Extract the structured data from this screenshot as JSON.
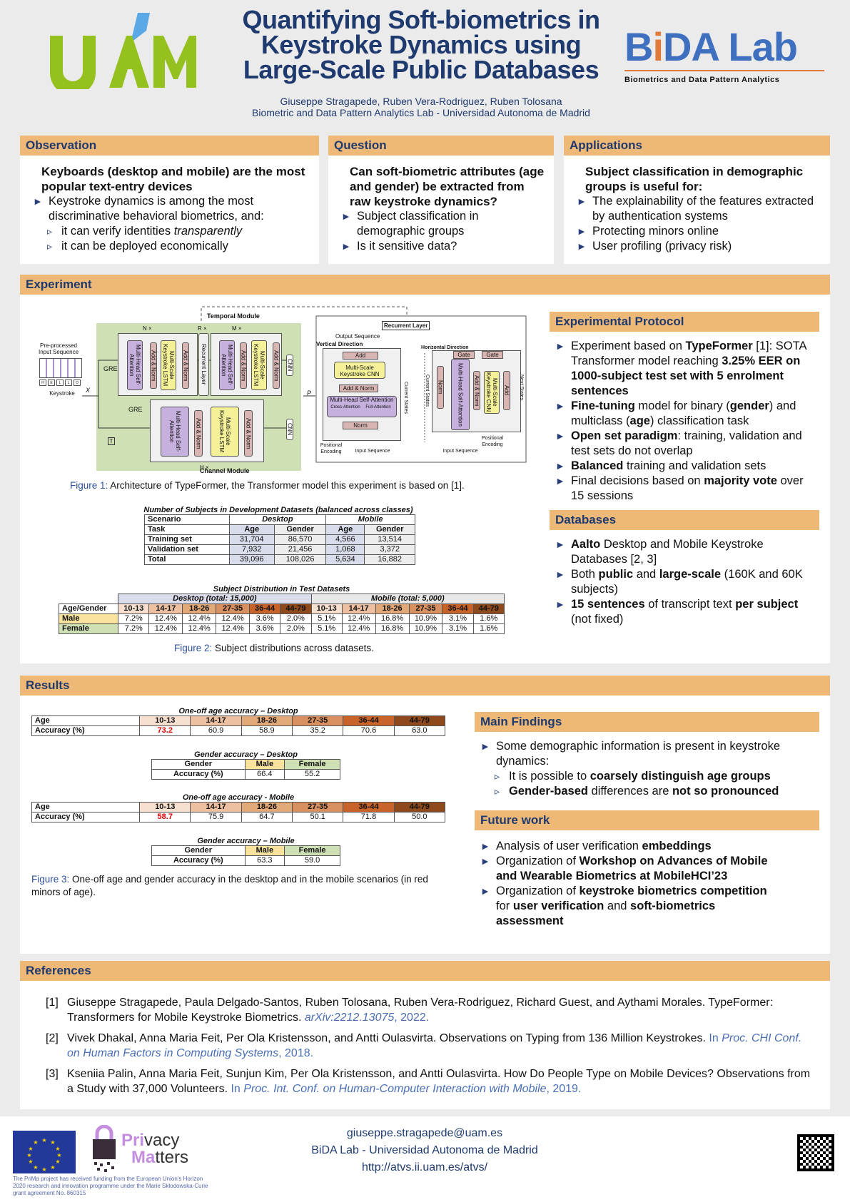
{
  "header": {
    "title": "Quantifying Soft-biometrics in Keystroke Dynamics using Large-Scale Public Databases",
    "authors": "Giuseppe Stragapede, Ruben Vera-Rodriguez, Ruben Tolosana",
    "affiliation": "Biometric and Data Pattern Analytics Lab - Universidad Autonoma de Madrid",
    "left_logo": "UAM",
    "right_logo": {
      "b": "B",
      "i": "i",
      "da": "DA",
      "lab": " Lab",
      "subtitle": "Biometrics and Data Pattern Analytics"
    }
  },
  "colors": {
    "section_header": "#eeb877",
    "title": "#1f3a6e",
    "accent_orange": "#e07b39"
  },
  "observation": {
    "title": "Observation",
    "lead": "Keyboards (desktop and mobile) are the most popular text-entry devices",
    "items": [
      {
        "level": 1,
        "parts": [
          [
            "Keystroke dynamics is among the most discriminative behavioral biometrics, and:",
            ""
          ]
        ]
      },
      {
        "level": 2,
        "parts": [
          [
            "it can verify identities ",
            ""
          ],
          [
            "transparently",
            "i"
          ]
        ]
      },
      {
        "level": 2,
        "parts": [
          [
            "it can be deployed economically",
            ""
          ]
        ]
      }
    ]
  },
  "question": {
    "title": "Question",
    "lead": "Can soft-biometric attributes (age and gender) be extracted from raw keystroke dynamics?",
    "items": [
      {
        "level": 1,
        "parts": [
          [
            "Subject classification in demographic groups",
            ""
          ]
        ]
      },
      {
        "level": 1,
        "parts": [
          [
            "Is it sensitive data?",
            ""
          ]
        ]
      }
    ]
  },
  "applications": {
    "title": "Applications",
    "lead": "Subject classification in demographic groups is useful for:",
    "items": [
      {
        "level": 1,
        "parts": [
          [
            "The explainability of the features extracted by authentication systems",
            ""
          ]
        ]
      },
      {
        "level": 1,
        "parts": [
          [
            "Protecting minors online",
            ""
          ]
        ]
      },
      {
        "level": 1,
        "parts": [
          [
            "User profiling (privacy risk)",
            ""
          ]
        ]
      }
    ]
  },
  "experiment": {
    "title": "Experiment",
    "diagram": {
      "temporal_module": "Temporal Module",
      "channel_module": "Channel Module",
      "n": "N ×",
      "r": "R ×",
      "m": "M ×",
      "h": "H ×",
      "mhsa": "Multi-Head Self-Attention",
      "add_norm": "Add & Norm",
      "mslstm": "Multi-Scale Keystroke LSTM",
      "recurrent": "Recurrent Layer",
      "cnn": "CNN",
      "gre": "GRE",
      "t": "T",
      "x": "X",
      "p": "P",
      "input_seq": "Pre-processed Input Sequence",
      "keystroke": "Keystroke",
      "keys": [
        "H",
        "E",
        "L",
        "L",
        "O"
      ],
      "rl_title": "Recurrent Layer",
      "output_seq": "Output Sequence",
      "vertical": "Vertical Direction",
      "horizontal": "Horizontal Direction",
      "add": "Add",
      "mscnn": "Multi-Scale Keystroke CNN",
      "norm": "Norm",
      "cross": "Cross-Attention",
      "full": "Full-Attention",
      "current_states": "Current States",
      "next_states": "Next States",
      "gate": "Gate",
      "pos_enc": "Positional Encoding",
      "input_sequence": "Input Sequence"
    },
    "fig1": {
      "label": "Figure 1:",
      "text": " Architecture of TypeFormer, the Transformer model this experiment is based on [1]."
    },
    "dev_table": {
      "title": "Number of Subjects in Development Datasets (balanced across classes)",
      "scenario": "Scenario",
      "desktop": "Desktop",
      "mobile": "Mobile",
      "task": "Task",
      "cols": [
        "Age",
        "Gender",
        "Age",
        "Gender"
      ],
      "rows": [
        [
          "Training set",
          "31,704",
          "86,570",
          "4,566",
          "13,514"
        ],
        [
          "Validation set",
          "7,932",
          "21,456",
          "1,068",
          "3,372"
        ],
        [
          "Total",
          "39,096",
          "108,026",
          "5,634",
          "16,882"
        ]
      ]
    },
    "test_table": {
      "title": "Subject Distribution in Test Datasets",
      "desktop": "Desktop (total: 15,000)",
      "mobile": "Mobile (total: 5,000)",
      "corner": "Age/Gender",
      "ages": [
        "10-13",
        "14-17",
        "18-26",
        "27-35",
        "36-44",
        "44-79"
      ],
      "rows": [
        [
          "Male",
          "7.2%",
          "12.4%",
          "12.4%",
          "12.4%",
          "3.6%",
          "2.0%",
          "5.1%",
          "12.4%",
          "16.8%",
          "10.9%",
          "3.1%",
          "1.6%"
        ],
        [
          "Female",
          "7.2%",
          "12.4%",
          "12.4%",
          "12.4%",
          "3.6%",
          "2.0%",
          "5.1%",
          "12.4%",
          "16.8%",
          "10.9%",
          "3.1%",
          "1.6%"
        ]
      ]
    },
    "fig2": {
      "label": "Figure 2:",
      "text": " Subject distributions across datasets."
    },
    "protocol": {
      "title": "Experimental Protocol",
      "items": [
        {
          "level": 1,
          "parts": [
            [
              "Experiment based on ",
              ""
            ],
            [
              "TypeFormer",
              "b"
            ],
            [
              " [1]: SOTA Transformer model reaching ",
              ""
            ],
            [
              "3.25% EER on 1000-subject test set with 5 enrolment sentences",
              "b"
            ]
          ]
        },
        {
          "level": 1,
          "parts": [
            [
              "Fine-tuning",
              "b"
            ],
            [
              " model for binary (",
              ""
            ],
            [
              "gender",
              "b"
            ],
            [
              ") and multiclass (",
              ""
            ],
            [
              "age",
              "b"
            ],
            [
              ") classification task",
              ""
            ]
          ]
        },
        {
          "level": 1,
          "parts": [
            [
              "Open set paradigm",
              "b"
            ],
            [
              ": training, validation and test sets do not overlap",
              ""
            ]
          ]
        },
        {
          "level": 1,
          "parts": [
            [
              "Balanced",
              "b"
            ],
            [
              " training and validation sets",
              ""
            ]
          ]
        },
        {
          "level": 1,
          "parts": [
            [
              "Final decisions based on ",
              ""
            ],
            [
              "majority vote",
              "b"
            ],
            [
              " over 15 sessions",
              ""
            ]
          ]
        }
      ]
    },
    "databases": {
      "title": "Databases",
      "items": [
        {
          "level": 1,
          "parts": [
            [
              "Aalto",
              "b"
            ],
            [
              " Desktop and Mobile Keystroke Databases [2, 3]",
              ""
            ]
          ]
        },
        {
          "level": 1,
          "parts": [
            [
              "Both ",
              ""
            ],
            [
              "public",
              "b"
            ],
            [
              " and ",
              ""
            ],
            [
              "large-scale",
              "b"
            ],
            [
              " (160K and 60K subjects)",
              ""
            ]
          ]
        },
        {
          "level": 1,
          "parts": [
            [
              "15 sentences",
              "b"
            ],
            [
              " of transcript text ",
              ""
            ],
            [
              "per subject",
              "b"
            ],
            [
              " (not fixed)",
              ""
            ]
          ]
        }
      ]
    }
  },
  "results": {
    "title": "Results",
    "age_desktop": {
      "title": "One-off age accuracy – Desktop",
      "row1": "Age",
      "row2": "Accuracy (%)",
      "ages": [
        "10-13",
        "14-17",
        "18-26",
        "27-35",
        "36-44",
        "44-79"
      ],
      "values": [
        "73.2",
        "60.9",
        "58.9",
        "35.2",
        "70.6",
        "63.0"
      ]
    },
    "gender_desktop": {
      "title": "Gender accuracy – Desktop",
      "row1": "Gender",
      "row2": "Accuracy (%)",
      "cols": [
        "Male",
        "Female"
      ],
      "values": [
        "66.4",
        "55.2"
      ]
    },
    "age_mobile": {
      "title": "One-off age accuracy - Mobile",
      "row1": "Age",
      "row2": "Accuracy (%)",
      "ages": [
        "10-13",
        "14-17",
        "18-26",
        "27-35",
        "36-44",
        "44-79"
      ],
      "values": [
        "58.7",
        "75.9",
        "64.7",
        "50.1",
        "71.8",
        "50.0"
      ]
    },
    "gender_mobile": {
      "title": "Gender accuracy – Mobile",
      "row1": "Gender",
      "row2": "Accuracy (%)",
      "cols": [
        "Male",
        "Female"
      ],
      "values": [
        "63.3",
        "59.0"
      ]
    },
    "fig3": {
      "label": "Figure 3:",
      "text": " One-off age and gender accuracy in the desktop and in the mobile scenarios (in red minors of age)."
    },
    "findings": {
      "title": "Main Findings",
      "items": [
        {
          "level": 1,
          "parts": [
            [
              "Some demographic information is present in keystroke dynamics:",
              ""
            ]
          ]
        },
        {
          "level": 2,
          "parts": [
            [
              "It is possible to ",
              ""
            ],
            [
              "coarsely distinguish age groups",
              "b"
            ]
          ]
        },
        {
          "level": 2,
          "parts": [
            [
              "Gender-based",
              "b"
            ],
            [
              " differences are ",
              ""
            ],
            [
              "not so pronounced",
              "b"
            ]
          ]
        }
      ]
    },
    "future": {
      "title": "Future work",
      "items": [
        {
          "level": 1,
          "parts": [
            [
              "Analysis of user verification ",
              ""
            ],
            [
              "embeddings",
              "b"
            ]
          ]
        },
        {
          "level": 1,
          "parts": [
            [
              "Organization of ",
              ""
            ],
            [
              "Workshop on Advances of Mobile and Wearable Biometrics at MobileHCI’23",
              "b"
            ]
          ]
        },
        {
          "level": 1,
          "parts": [
            [
              "Organization of ",
              ""
            ],
            [
              "keystroke biometrics competition",
              "b"
            ],
            [
              " for ",
              ""
            ],
            [
              "user verification",
              "b"
            ],
            [
              " and ",
              ""
            ],
            [
              "soft-biometrics assessment",
              "b"
            ]
          ]
        }
      ]
    }
  },
  "references": {
    "title": "References",
    "items": [
      {
        "num": "[1]",
        "parts": [
          [
            "Giuseppe Stragapede, Paula Delgado-Santos, Ruben Tolosana, Ruben Vera-Rodriguez, Richard Guest, and Aythami Morales. TypeFormer: Transformers for Mobile Keystroke Biometrics. ",
            ""
          ],
          [
            "arXiv:2212.13075",
            "lk"
          ],
          [
            ", 2022.",
            "lkn"
          ]
        ]
      },
      {
        "num": "[2]",
        "parts": [
          [
            "Vivek Dhakal, Anna Maria Feit, Per Ola Kristensson, and Antti Oulasvirta. Observations on Typing from 136 Million Keystrokes. ",
            ""
          ],
          [
            "In ",
            "lkn"
          ],
          [
            "Proc. CHI Conf. on Human Factors in Computing Systems",
            "lk"
          ],
          [
            ", 2018.",
            "lkn"
          ]
        ]
      },
      {
        "num": "[3]",
        "parts": [
          [
            "Kseniia Palin, Anna Maria Feit, Sunjun Kim, Per Ola Kristensson, and Antti Oulasvirta. How Do People Type on Mobile Devices? Observations from a Study with 37,000 Volunteers. ",
            ""
          ],
          [
            "In ",
            "lkn"
          ],
          [
            "Proc. Int. Conf. on Human-Computer Interaction with Mobile",
            "lk"
          ],
          [
            ", 2019.",
            "lkn"
          ]
        ]
      }
    ]
  },
  "footer": {
    "email": "giuseppe.stragapede@uam.es",
    "lab": "BiDA Lab - Universidad Autonoma de Madrid",
    "url": "http://atvs.ii.uam.es/atvs/",
    "privacy_logo": {
      "pri": "Pri",
      "vacy": "vacy",
      "ma": "Ma",
      "tters": "tters"
    },
    "funding": "The PriMa project has received funding from the European Union’s Horizon 2020 research and innovation programme under the Marie Skłodowska-Curie grant agreement No. 860315"
  }
}
